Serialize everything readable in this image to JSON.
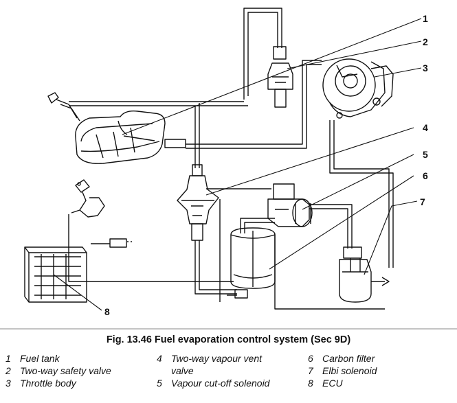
{
  "caption": "Fig. 13.46  Fuel evaporation control system (Sec 9D)",
  "callouts": [
    "1",
    "2",
    "3",
    "4",
    "5",
    "6",
    "7",
    "8"
  ],
  "legend": [
    {
      "num": "1",
      "text": "Fuel tank"
    },
    {
      "num": "2",
      "text": "Two-way safety valve"
    },
    {
      "num": "3",
      "text": "Throttle body"
    },
    {
      "num": "4",
      "text": "Two-way vapour vent"
    },
    {
      "num": "",
      "text": "valve"
    },
    {
      "num": "5",
      "text": "Vapour cut-off solenoid"
    },
    {
      "num": "6",
      "text": "Carbon filter"
    },
    {
      "num": "7",
      "text": "Elbi solenoid"
    },
    {
      "num": "8",
      "text": "ECU"
    }
  ]
}
